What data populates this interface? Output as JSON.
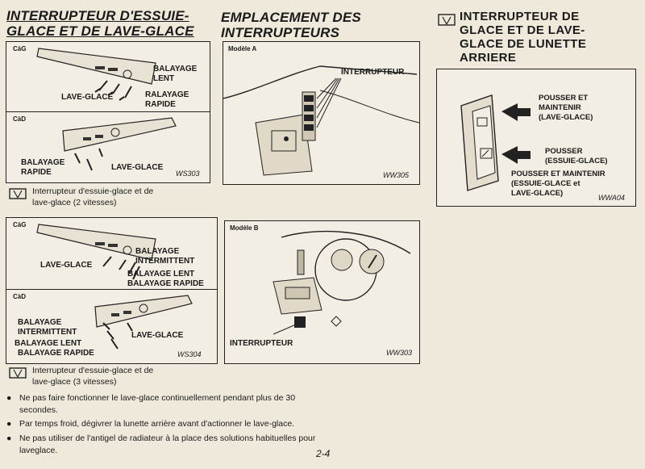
{
  "col1": {
    "title": "INTERRUPTEUR D'ESSUIE-\nGLACE ET DE LAVE-GLACE",
    "fig1": {
      "cag": "CàG",
      "cad": "CàD",
      "balayage_lent": "BALAYAGE\nLENT",
      "lave_glace": "LAVE-GLACE",
      "ralayage_rapide": "RALAYAGE\nRAPIDE",
      "balayage_rapide": "BALAYAGE\nRAPIDE",
      "lave_glace2": "LAVE-GLACE",
      "code": "WS303"
    },
    "caption1": "Interrupteur d'essuie-glace et de\nlave-glace (2 vitesses)",
    "fig2": {
      "cag": "CàG",
      "cad": "CàD",
      "lave_glace": "LAVE-GLACE",
      "balayage_int": "BALAYAGE\nINTERMITTENT",
      "balayage_lent": "BALAYAGE LENT",
      "balayage_rapide": "BALAYAGE RAPIDE",
      "r_balayage_int": "BALAYAGE\nINTERMITTENT",
      "r_balayage_lent": "BALAYAGE LENT",
      "r_balayage_rapide": "BALAYAGE RAPIDE",
      "r_lave_glace": "LAVE-GLACE",
      "code": "WS304"
    },
    "caption2": "Interrupteur d'essuie-glace et de\nlave-glace (3 vitesses)"
  },
  "col2": {
    "title": "EMPLACEMENT DES\nINTERRUPTEURS",
    "figA": {
      "model": "Modèle A",
      "interrupteur": "INTERRUPTEUR",
      "code": "WW305"
    },
    "figB": {
      "model": "Modèle B",
      "interrupteur": "INTERRUPTEUR",
      "code": "WW303"
    }
  },
  "col3": {
    "title": "INTERRUPTEUR DE\nGLACE ET DE LAVE-\nGLACE DE LUNETTE\nARRIERE",
    "pousser_maintenir": "POUSSER ET\nMAINTENIR\n(LAVE-GLACE)",
    "pousser": "POUSSER\n(ESSUIE-GLACE)",
    "pousser_et_maintenir": "POUSSER ET MAINTENIR\n(ESSUIE-GLACE et\nLAVE-GLACE)",
    "code": "WWA04"
  },
  "bullets": [
    "Ne pas faire fonctionner le lave-glace continuellement pendant plus de 30\nsecondes.",
    "Par temps froid, dégivrer la lunette arrière avant d'actionner le lave-glace.",
    "Ne pas utiliser de l'antigel de radiateur à la place des solutions habituelles pour\nlaveglace."
  ],
  "page_number": "2-4"
}
